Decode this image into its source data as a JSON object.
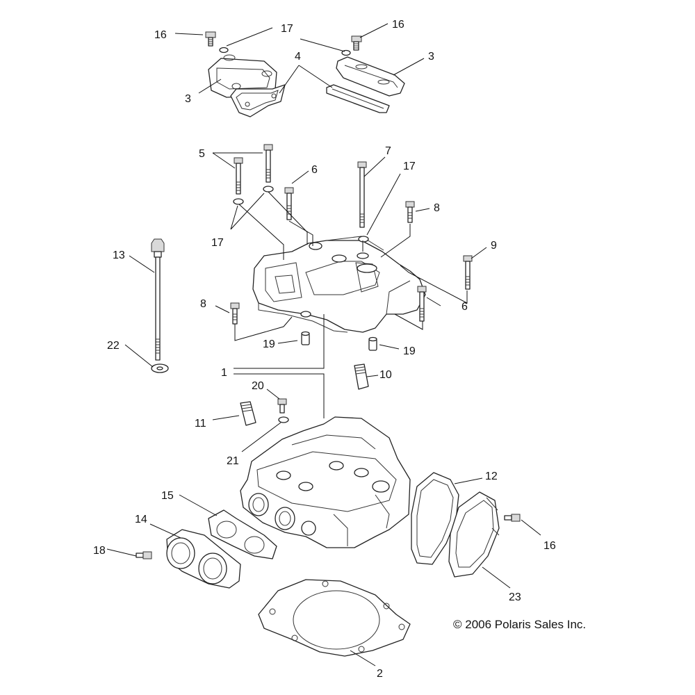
{
  "copyright": "© 2006 Polaris Sales Inc.",
  "callouts": {
    "c16a": "16",
    "c17a": "17",
    "c16b": "16",
    "c3a": "3",
    "c4": "4",
    "c3b": "3",
    "c5": "5",
    "c6a": "6",
    "c7": "7",
    "c17b": "17",
    "c8a": "8",
    "c9": "9",
    "c13": "13",
    "c17c": "17",
    "c8b": "8",
    "c6b": "6",
    "c19a": "19",
    "c19b": "19",
    "c22": "22",
    "c1": "1",
    "c10": "10",
    "c20": "20",
    "c11": "11",
    "c21": "21",
    "c12": "12",
    "c15": "15",
    "c14": "14",
    "c18": "18",
    "c16c": "16",
    "c23": "23",
    "c2": "2"
  }
}
